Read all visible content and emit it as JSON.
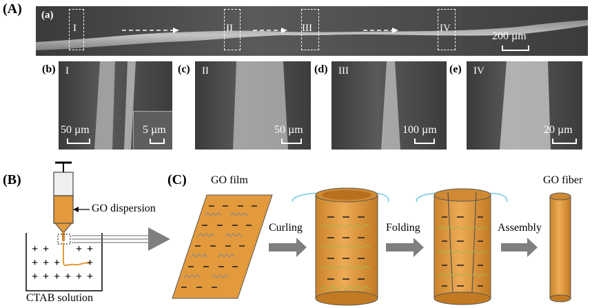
{
  "panelA": {
    "letter": "(A)",
    "sub_a": {
      "letter": "(a)",
      "regions": [
        "I",
        "II",
        "III",
        "IV"
      ],
      "scale": "200 µm"
    },
    "sub_b": {
      "letter": "(b)",
      "roman": "I",
      "scale_left": "50 µm",
      "scale_inset": "5 µm"
    },
    "sub_c": {
      "letter": "(c)",
      "roman": "II",
      "scale": "50 µm"
    },
    "sub_d": {
      "letter": "(d)",
      "roman": "III",
      "scale": "100 µm"
    },
    "sub_e": {
      "letter": "(e)",
      "roman": "IV",
      "scale": "20 µm"
    }
  },
  "panelB": {
    "letter": "(B)",
    "go_dispersion": "GO dispersion",
    "ctab": "CTAB solution"
  },
  "panelC": {
    "letter": "(C)",
    "go_film": "GO film",
    "go_fiber": "GO fiber",
    "steps": [
      "Curling",
      "Folding",
      "Assembly"
    ]
  },
  "colors": {
    "go_orange": "#e29a3c",
    "arrow_gray": "#7f7f7f",
    "rotate_cyan": "#8fd3e6"
  }
}
